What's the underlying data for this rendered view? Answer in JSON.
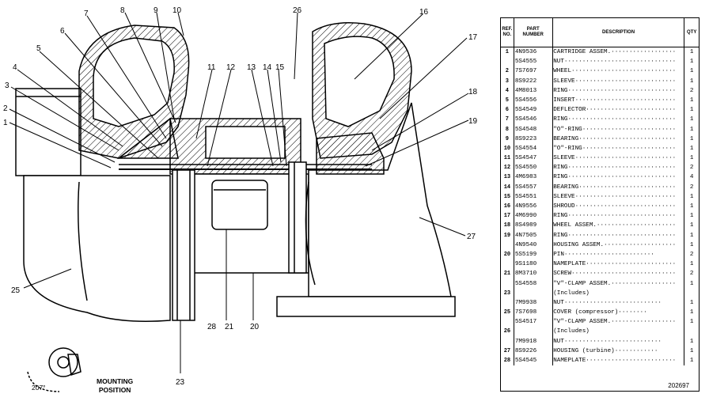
{
  "header": {
    "ref_no": "REF.\nNO.",
    "part_number": "PART\nNUMBER",
    "description": "DESCRIPTION",
    "qty": "QTY"
  },
  "rows": [
    {
      "ref": "1",
      "pn": "4N9536",
      "desc": "CARTRIDGE ASSEM.",
      "qty": "1"
    },
    {
      "ref": "",
      "pn": "5S4555",
      "desc": "NUT",
      "qty": "1"
    },
    {
      "ref": "2",
      "pn": "7S7697",
      "desc": "WHEEL",
      "qty": "1"
    },
    {
      "ref": "3",
      "pn": "8S9222",
      "desc": "SLEEVE",
      "qty": "1"
    },
    {
      "ref": "4",
      "pn": "4M8013",
      "desc": "RING",
      "qty": "2"
    },
    {
      "ref": "5",
      "pn": "5S4556",
      "desc": "INSERT",
      "qty": "1"
    },
    {
      "ref": "6",
      "pn": "5S4549",
      "desc": "DEFLECTOR",
      "qty": "1"
    },
    {
      "ref": "7",
      "pn": "5S4546",
      "desc": "RING",
      "qty": "1"
    },
    {
      "ref": "8",
      "pn": "5S4548",
      "desc": "\"O\"-RING",
      "qty": "1"
    },
    {
      "ref": "9",
      "pn": "8S9223",
      "desc": "BEARING",
      "qty": "1"
    },
    {
      "ref": "10",
      "pn": "5S4554",
      "desc": "\"O\"-RING",
      "qty": "1"
    },
    {
      "ref": "11",
      "pn": "5S4547",
      "desc": "SLEEVE",
      "qty": "1"
    },
    {
      "ref": "12",
      "pn": "5S4550",
      "desc": "RING",
      "qty": "2"
    },
    {
      "ref": "13",
      "pn": "4M6983",
      "desc": "RING",
      "qty": "4"
    },
    {
      "ref": "14",
      "pn": "5S4557",
      "desc": "BEARING",
      "qty": "2"
    },
    {
      "ref": "15",
      "pn": "5S4551",
      "desc": "SLEEVE",
      "qty": "1"
    },
    {
      "ref": "16",
      "pn": "4N9556",
      "desc": "SHROUD",
      "qty": "1"
    },
    {
      "ref": "17",
      "pn": "4M6990",
      "desc": "RING",
      "qty": "1"
    },
    {
      "ref": "18",
      "pn": "8S4989",
      "desc": "WHEEL ASSEM.",
      "qty": "1"
    },
    {
      "ref": "19",
      "pn": "4N7505",
      "desc": "RING",
      "qty": "1"
    },
    {
      "ref": "",
      "pn": "4N9540",
      "desc": "HOUSING ASSEM.",
      "qty": "1"
    },
    {
      "ref": "20",
      "pn": "5S5199",
      "desc": "      PIN",
      "qty": "2"
    },
    {
      "ref": "",
      "pn": "9S1180",
      "desc": "NAMEPLATE",
      "qty": "1"
    },
    {
      "ref": "21",
      "pn": "8M3710",
      "desc": "SCREW",
      "qty": "2"
    },
    {
      "ref": "",
      "pn": "5S4558",
      "desc": "\"V\"-CLAMP ASSEM.",
      "qty": "1"
    },
    {
      "ref": "23",
      "pn": "",
      "desc": "    (Includes)",
      "qty": ""
    },
    {
      "ref": "",
      "pn": "7M9938",
      "desc": "    NUT",
      "qty": "1"
    },
    {
      "ref": "25",
      "pn": "7S7698",
      "desc": "COVER         (compressor)",
      "qty": "1"
    },
    {
      "ref": "",
      "pn": "5S4517",
      "desc": "\"V\"-CLAMP ASSEM.",
      "qty": "1"
    },
    {
      "ref": "26",
      "pn": "",
      "desc": "    (Includes)",
      "qty": ""
    },
    {
      "ref": "",
      "pn": "7M9918",
      "desc": "    NUT",
      "qty": "1"
    },
    {
      "ref": "27",
      "pn": "8S9226",
      "desc": "HOUSING      (turbine)",
      "qty": "1"
    },
    {
      "ref": "28",
      "pn": "5S4545",
      "desc": "NAMEPLATE",
      "qty": "1"
    }
  ],
  "figure_number": "202697",
  "mounting": {
    "label": "MOUNTING\nPOSITION",
    "angle": "207°"
  },
  "callouts": [
    "1",
    "2",
    "3",
    "4",
    "5",
    "6",
    "7",
    "8",
    "9",
    "10",
    "11",
    "12",
    "13",
    "14",
    "15",
    "16",
    "17",
    "18",
    "19",
    "20",
    "21",
    "23",
    "25",
    "26",
    "27",
    "28"
  ]
}
